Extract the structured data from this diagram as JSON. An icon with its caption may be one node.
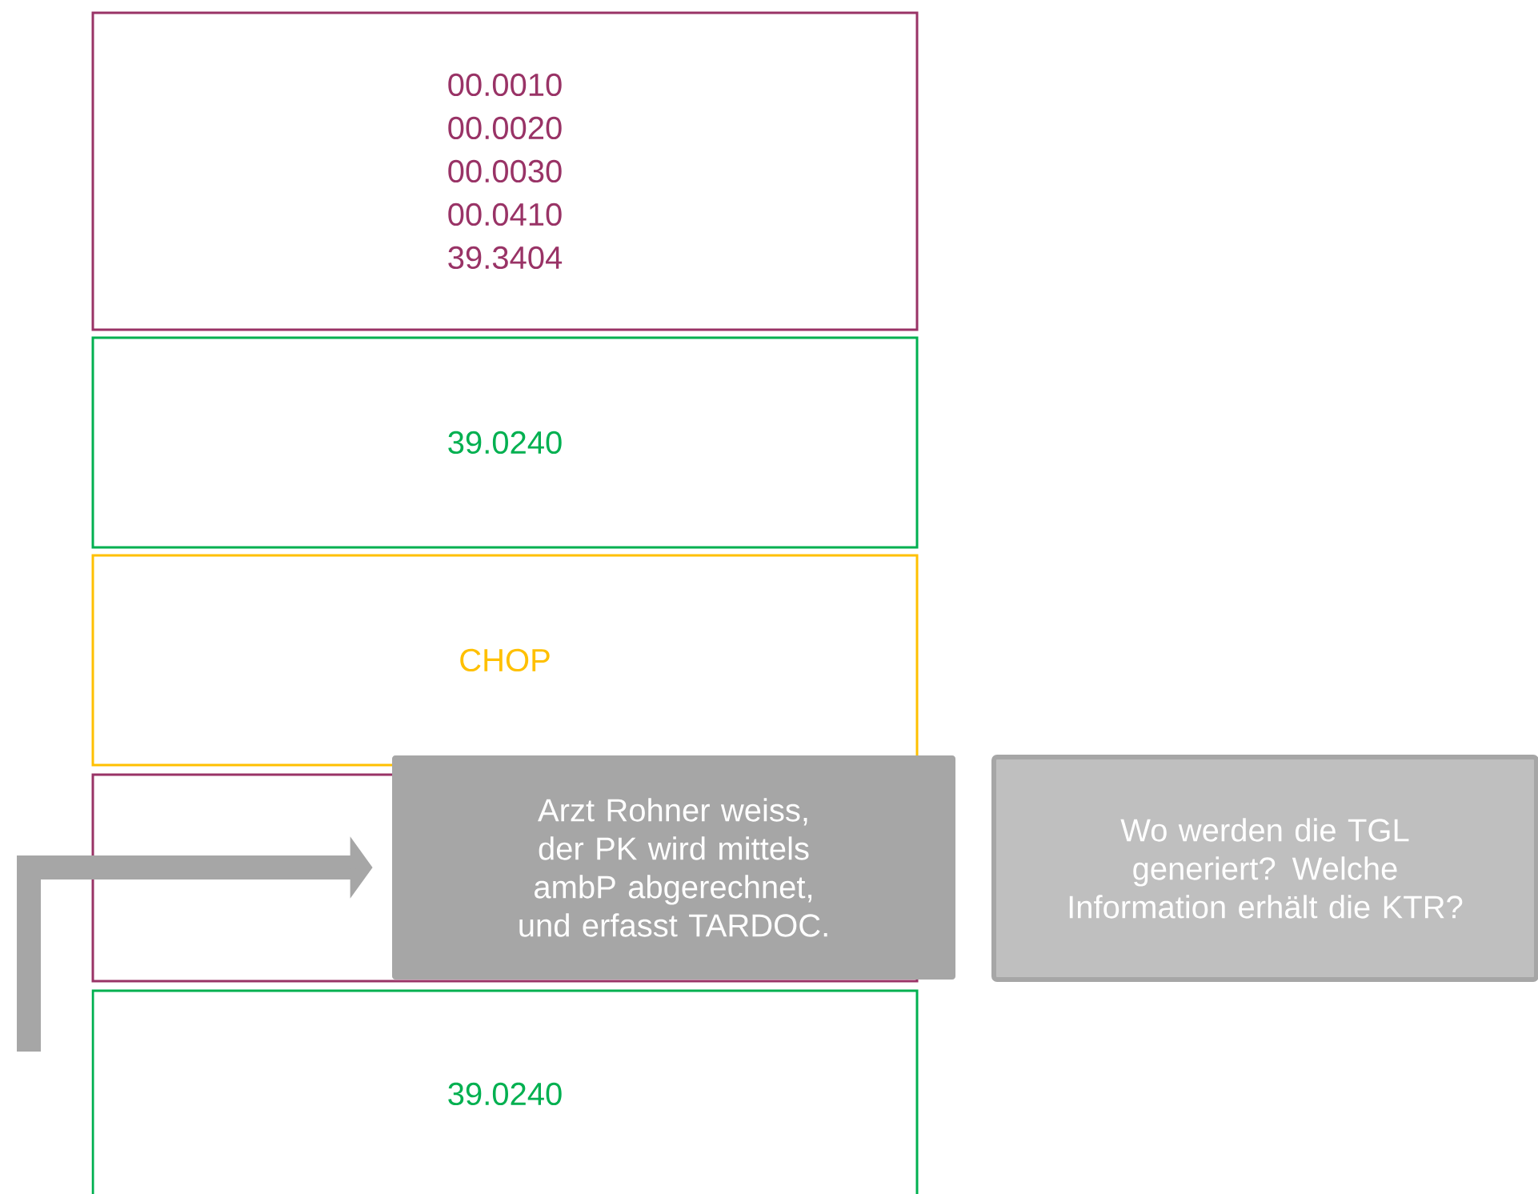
{
  "diagram": {
    "nodes": [
      {
        "text": [
          "00.0010",
          "00.0020",
          "00.0030",
          "00.0410",
          "39.3404"
        ]
      },
      {
        "text": [
          "39.0240"
        ]
      },
      {
        "text": [
          "CHOP"
        ]
      },
      {
        "text": [],
        "shape": "box"
      },
      {
        "text": [
          "Arzt Rohner weiss, der PK wird mittels ambP abgerechnet, und erfasst TARDOC."
        ]
      },
      {
        "text": [
          "Wo werden die TGL generiert? Welche Information erhält die KTR?"
        ]
      },
      {
        "text": [
          "39.0240"
        ]
      }
    ],
    "edges": [
      {
        "from": null,
        "to": 4,
        "arrow": "to"
      }
    ]
  }
}
